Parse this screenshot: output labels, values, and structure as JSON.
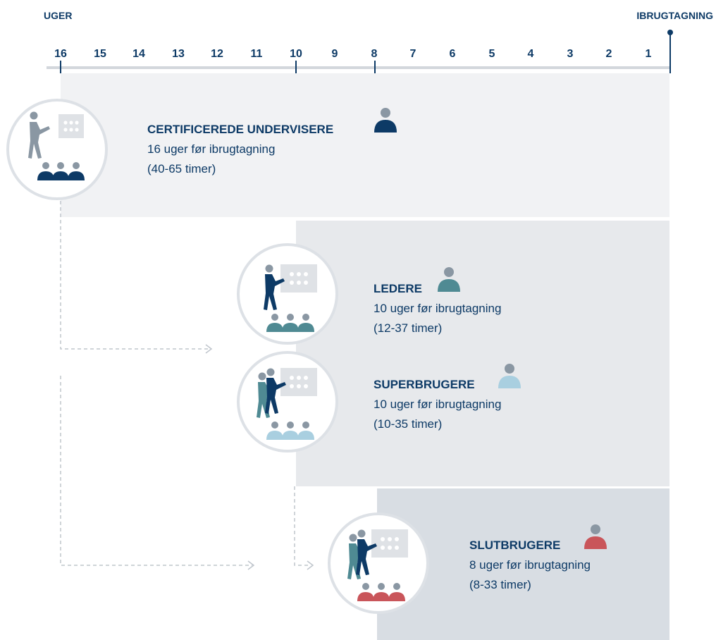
{
  "header": {
    "left_label": "UGER",
    "right_label": "IBRUGTAGNING"
  },
  "timeline": {
    "weeks": [
      "16",
      "15",
      "14",
      "13",
      "12",
      "11",
      "10",
      "9",
      "8",
      "7",
      "6",
      "5",
      "4",
      "3",
      "2",
      "1"
    ]
  },
  "blocks": [
    {
      "id": "certificerede",
      "title": "CERTIFICEREDE UNDERVISERE",
      "line1": "16 uger før ibrugtagning",
      "line2": "(40-65 timer)",
      "color": "#0d3a66",
      "icon": "instructor-presentation-icon"
    },
    {
      "id": "ledere",
      "title": "LEDERE",
      "line1": "10 uger før ibrugtagning",
      "line2": "(12-37 timer)",
      "color": "#4f8a93",
      "icon": "instructor-presentation-icon"
    },
    {
      "id": "superbrugere",
      "title": "SUPERBRUGERE",
      "line1": "10 uger før ibrugtagning",
      "line2": "(10-35 timer)",
      "color": "#a9cfe0",
      "icon": "instructors-presentation-icon"
    },
    {
      "id": "slutbrugere",
      "title": "SLUTBRUGERE",
      "line1": "8 uger før ibrugtagning",
      "line2": "(8-33 timer)",
      "color": "#c9555a",
      "icon": "instructors-presentation-icon"
    }
  ],
  "colors": {
    "navy": "#0d3a66",
    "gray_figure": "#8a97a3",
    "teal_figure": "#4f8a93",
    "panel1": "#f1f2f4",
    "panel2": "#e7e9ec",
    "panel3": "#d8dde3",
    "connector": "#bfc5cc"
  }
}
